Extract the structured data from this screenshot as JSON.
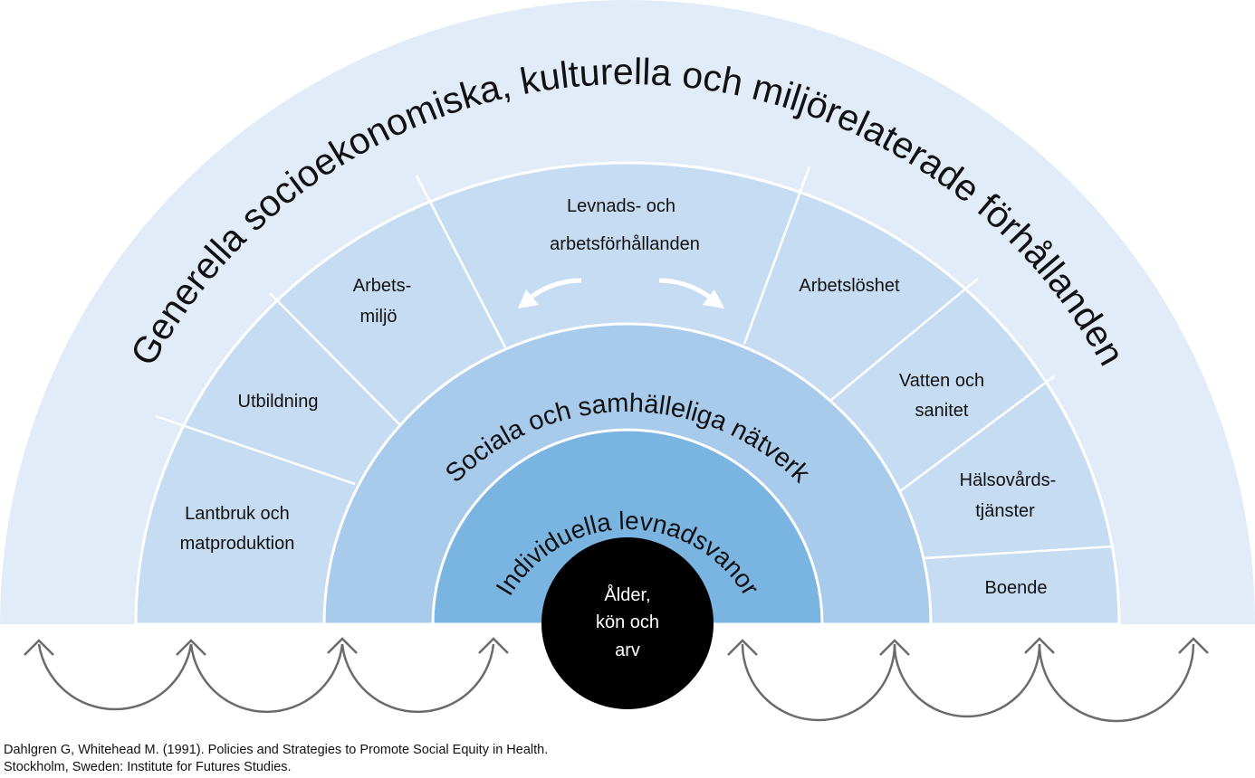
{
  "layers": {
    "outer": {
      "label": "Generella socioekonomiska, kulturella och miljörelaterade förhållanden",
      "color": "#e2ecf8"
    },
    "living": {
      "label_line1": "Levnads- och",
      "label_line2": "arbetsförhållanden",
      "color": "#c6dcf2",
      "sectors": [
        {
          "line1": "Lantbruk och",
          "line2": "matproduktion"
        },
        {
          "line1": "Utbildning",
          "line2": ""
        },
        {
          "line1": "Arbets-",
          "line2": "miljö"
        },
        {
          "line1": "Arbetslöshet",
          "line2": ""
        },
        {
          "line1": "Vatten och",
          "line2": "sanitet"
        },
        {
          "line1": "Hälsovårds-",
          "line2": "tjänster"
        },
        {
          "line1": "Boende",
          "line2": ""
        }
      ]
    },
    "social": {
      "label": "Sociala och samhälleliga nätverk",
      "color": "#a8cbec"
    },
    "individual": {
      "label": "Individuella levnadsvanor",
      "color": "#7ab4e1"
    },
    "core": {
      "line1": "Ålder,",
      "line2": "kön och",
      "line3": "arv",
      "color": "#000000"
    }
  },
  "citation": {
    "line1": "Dahlgren G, Whitehead M. (1991). Policies and Strategies to Promote Social Equity in Health.",
    "line2": "Stockholm, Sweden: Institute for Futures Studies."
  }
}
